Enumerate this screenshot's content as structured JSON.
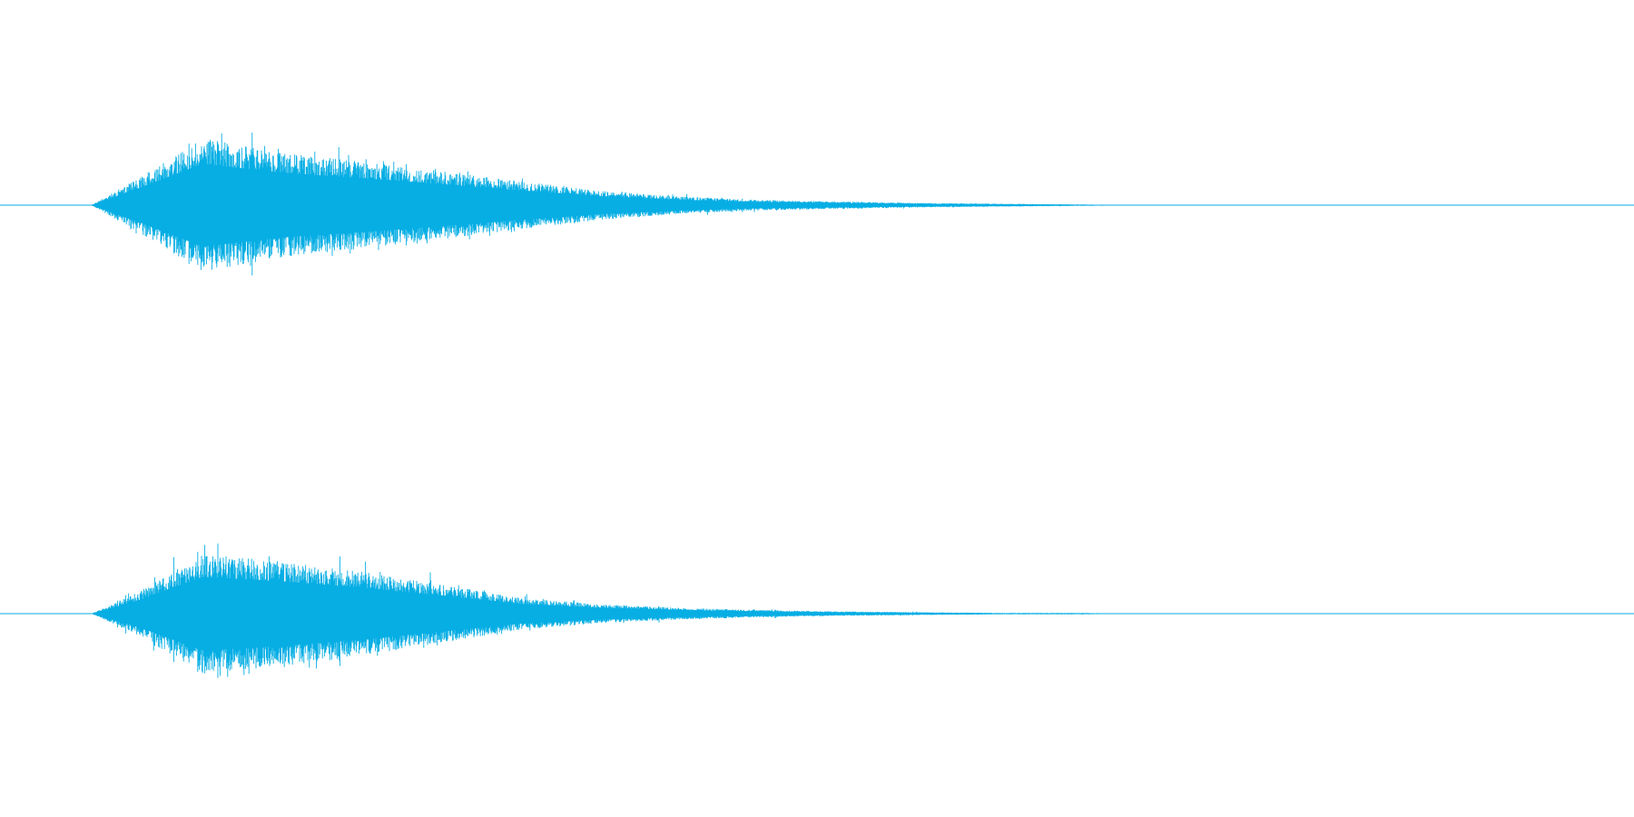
{
  "theme": {
    "background": "#ffffff",
    "waveform_color": "#06aee4"
  },
  "chart_data": {
    "type": "area",
    "title": "",
    "xlabel": "",
    "ylabel": "",
    "grid": false,
    "legend": "none",
    "x": [
      0,
      0.03,
      0.06,
      0.1,
      0.15,
      0.2,
      0.25,
      0.3,
      0.35,
      0.4,
      0.45,
      0.5,
      0.55,
      0.6,
      0.65,
      0.7,
      1.0
    ],
    "xlim": [
      0,
      1
    ],
    "ylim": [
      -1,
      1
    ],
    "series": [
      {
        "values": [
          0,
          0.0,
          0.38,
          0.92,
          0.72,
          0.6,
          0.47,
          0.33,
          0.2,
          0.12,
          0.07,
          0.05,
          0.03,
          0.02,
          0.01,
          0.0,
          0.0
        ]
      },
      {
        "values": [
          0,
          0.0,
          0.3,
          0.82,
          0.72,
          0.58,
          0.4,
          0.22,
          0.13,
          0.08,
          0.05,
          0.03,
          0.02,
          0.01,
          0.01,
          0.0,
          0.0
        ]
      }
    ]
  }
}
